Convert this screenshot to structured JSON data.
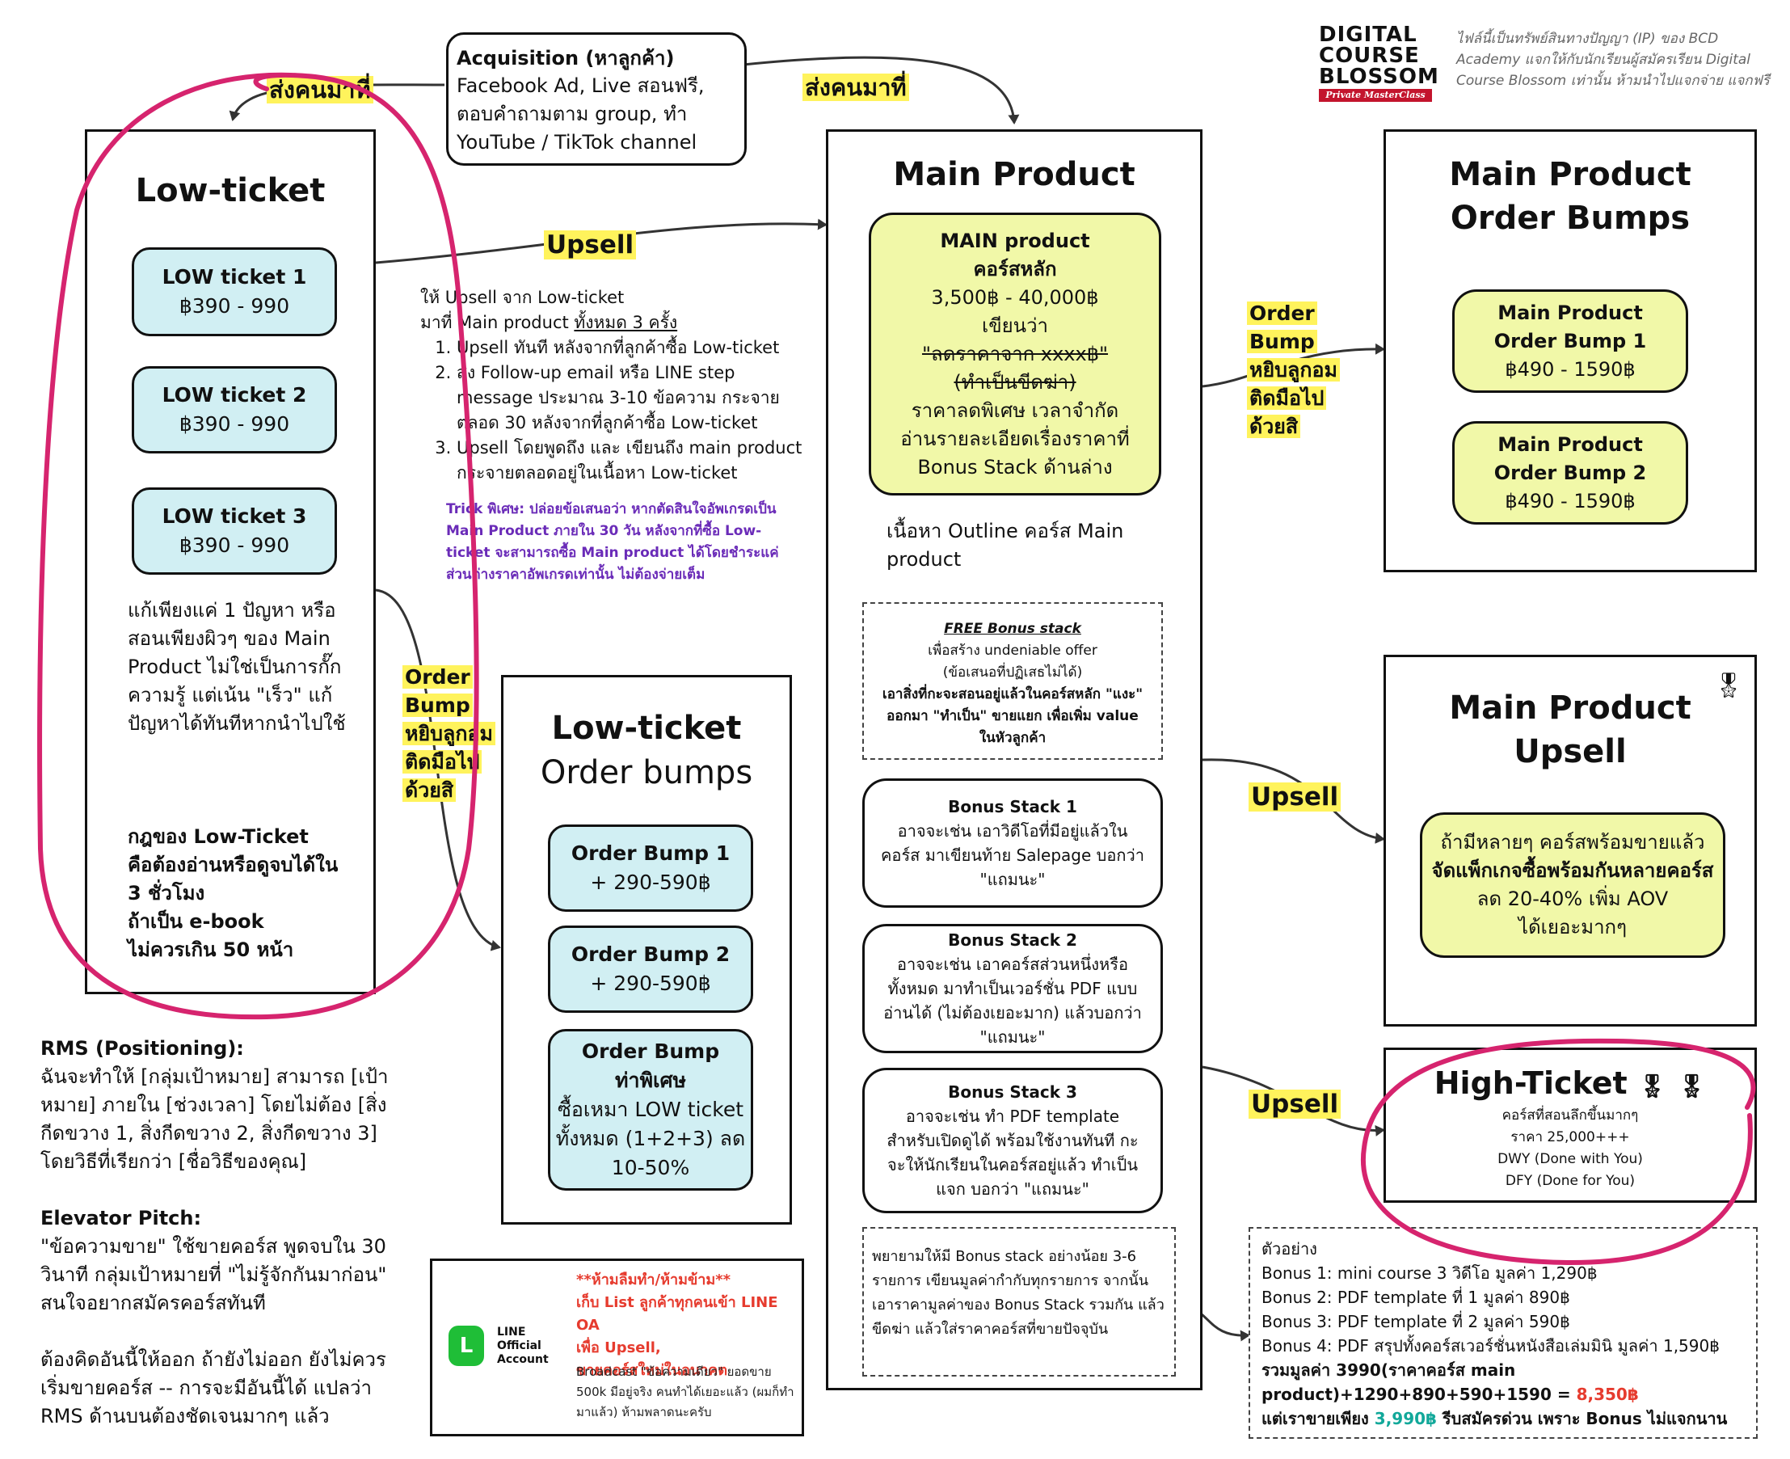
{
  "branding": {
    "logo_line1": "DIGITAL",
    "logo_line2": "COURSE",
    "logo_line3": "BLOSSOM",
    "logo_ribbon": "Private MasterClass",
    "disclaimer": "ไฟล์นี้เป็นทรัพย์สินทางปัญญา (IP) ของ BCD Academy แจกให้กับนักเรียนผู้สมัครเรียน Digital Course Blossom เท่านั้น ห้ามนำไปแจกจ่าย แจกฟรี"
  },
  "acquisition": {
    "title": "Acquisition (หาลูกค้า)",
    "body": "Facebook Ad, Live สอนฟรี, ตอบคำถามตาม group, ทำ YouTube / TikTok channel",
    "send_left": "ส่งคนมาที่",
    "send_right": "ส่งคนมาที่"
  },
  "low_ticket": {
    "title": "Low-ticket",
    "items": [
      {
        "name": "LOW ticket 1",
        "price": "฿390 - 990"
      },
      {
        "name": "LOW ticket 2",
        "price": "฿390 - 990"
      },
      {
        "name": "LOW ticket 3",
        "price": "฿390 - 990"
      }
    ],
    "desc1": "แก้เพียงแค่ 1 ปัญหา หรือสอนเพียงผิวๆ ของ Main Product ไม่ใช่เป็นการกั๊กความรู้ แต่เน้น \"เร็ว\" แก้ปัญหาได้ทันทีหากนำไปใช้",
    "rule_line1": "กฎของ Low-Ticket",
    "rule_line2": "คือต้องอ่านหรือดูจบได้ใน",
    "rule_line3": "3 ชั่วโมง",
    "rule_line4": "ถ้าเป็น e-book",
    "rule_line5": "ไม่ควรเกิน 50 หน้า"
  },
  "upsell_main_label": "Upsell",
  "upsell_note": {
    "intro1": "ให้ Upsell จาก Low-ticket",
    "intro2a": "มาที่ Main product ",
    "intro2b": "ทั้งหมด 3 ครั้ง",
    "steps": [
      "Upsell ทันที หลังจากที่ลูกค้าซื้อ Low-ticket",
      "ส่ง Follow-up email หรือ LINE step message ประมาณ 3-10 ข้อความ กระจายตลอด 30 หลังจากที่ลูกค้าซื้อ Low-ticket",
      "Upsell โดยพูดถึง และ เขียนถึง main product กระจายตลอดอยู่ในเนื้อหา Low-ticket"
    ],
    "trick": "Trick พิเศษ: ปล่อยข้อเสนอว่า หากตัดสินใจอัพเกรดเป็น Main Product ภายใน 30 วัน หลังจากที่ซื้อ Low-ticket จะสามารถซื้อ Main product ได้โดยชำระแค่ส่วนต่างราคาอัพเกรดเท่านั้น ไม่ต้องจ่ายเต็ม"
  },
  "order_bump_label": [
    "Order",
    "Bump",
    "หยิบลูกอม",
    "ติดมือไป",
    "ด้วยสิ"
  ],
  "low_ticket_bumps": {
    "title1": "Low-ticket",
    "title2": "Order bumps",
    "bump1_name": "Order Bump 1",
    "bump1_price": "+ 290-590฿",
    "bump2_name": "Order Bump 2",
    "bump2_price": "+ 290-590฿",
    "special_line1": "Order Bump",
    "special_line2": "ท่าพิเศษ",
    "special_line3": "ซื้อเหมา LOW ticket",
    "special_line4": "ทั้งหมด (1+2+3) ลด",
    "special_line5": "10-50%"
  },
  "main_product": {
    "title": "Main Product",
    "card_line1": "MAIN product",
    "card_line2": "คอร์สหลัก",
    "card_line3": "3,500฿ - 40,000฿",
    "card_line4": "เขียนว่า",
    "card_line5": "\"ลดราคาจาก xxxx฿\"",
    "card_line6": "(ทำเป็นขีดฆ่า)",
    "card_line7": "ราคาลดพิเศษ เวลาจำกัด",
    "card_line8": "อ่านรายละเอียดเรื่องราคาที่",
    "card_line9": "Bonus Stack ด้านล่าง",
    "outline": "เนื้อหา Outline คอร์ส Main product",
    "free_bonus_title": "FREE Bonus stack",
    "free_bonus_line1": "เพื่อสร้าง undeniable offer",
    "free_bonus_line2": "(ข้อเสนอที่ปฏิเสธไม่ได้)",
    "free_bonus_line3": "เอาสิ่งที่กะจะสอนอยู่แล้วในคอร์สหลัก \"แงะ\"",
    "free_bonus_line4": "ออกมา \"ทำเป็น\" ขายแยก เพื่อเพิ่ม value",
    "free_bonus_line5": "ในหัวลูกค้า",
    "bonuses": [
      {
        "title": "Bonus Stack 1",
        "body": "อาจจะเช่น เอาวิดีโอที่มีอยู่แล้วในคอร์ส มาเขียนท้าย Salepage บอกว่า \"แถมนะ\""
      },
      {
        "title": "Bonus Stack 2",
        "body": "อาจจะเช่น เอาคอร์สส่วนหนึ่งหรือทั้งหมด มาทำเป็นเวอร์ชั่น PDF แบบอ่านได้ (ไม่ต้องเยอะมาก) แล้วบอกว่า \"แถมนะ\""
      },
      {
        "title": "Bonus Stack 3",
        "body": "อาจจะเช่น ทำ PDF template สำหรับเปิดดูได้ พร้อมใช้งานทันที กะจะให้นักเรียนในคอร์สอยู่แล้ว ทำเป็นแจก บอกว่า \"แถมนะ\""
      }
    ],
    "bonus_advice": "พยายามให้มี Bonus stack อย่างน้อย 3-6 รายการ เขียนมูลค่ากำกับทุกรายการ จากนั้น เอาราคามูลค่าของ Bonus Stack รวมกัน แล้วขีดฆ่า แล้วใส่ราคาคอร์สที่ขายปัจจุบัน"
  },
  "main_order_bumps": {
    "title1": "Main Product",
    "title2": "Order Bumps",
    "bump1_line1": "Main Product",
    "bump1_line2": "Order Bump 1",
    "bump1_price": "฿490 - 1590฿",
    "bump2_line1": "Main Product",
    "bump2_line2": "Order Bump 2",
    "bump2_price": "฿490 - 1590฿"
  },
  "main_upsell": {
    "title1": "Main Product",
    "title2": "Upsell",
    "line1": "ถ้ามีหลายๆ คอร์สพร้อมขายแล้ว",
    "line2": "จัดแพ็กเกจซื้อพร้อมกันหลายคอร์ส",
    "line3": "ลด 20-40% เพิ่ม AOV",
    "line4": "ได้เยอะมากๆ"
  },
  "upsell_label": "Upsell",
  "high_ticket": {
    "title": "High-Ticket",
    "line1": "คอร์สที่สอนลึกขึ้นมากๆ",
    "line2": "ราคา 25,000+++",
    "line3": "DWY (Done with You)",
    "line4": "DFY (Done for You)"
  },
  "example": {
    "heading": "ตัวอย่าง",
    "lines": [
      "Bonus 1: mini course 3 วิดีโอ มูลค่า 1,290฿",
      "Bonus 2: PDF template ที่ 1 มูลค่า 890฿",
      "Bonus 3: PDF template ที่ 2 มูลค่า 590฿",
      "Bonus 4: PDF สรุปทั้งคอร์สเวอร์ชั่นหนังสือเล่มมินิ มูลค่า 1,590฿"
    ],
    "sum_line1": "รวมมูลค่า 3990(ราคาคอร์ส main",
    "sum_line2a": "product)+1290+890+590+1590 = ",
    "sum_total": "8,350฿",
    "sum_line3a": "แต่เราขายเพียง ",
    "sum_price": "3,990฿",
    "sum_line3b": " รีบสมัครด่วน เพราะ Bonus ไม่แจกนาน"
  },
  "rms": {
    "title": "RMS (Positioning):",
    "body": "ฉันจะทำให้ [กลุ่มเป้าหมาย] สามารถ [เป้าหมาย] ภายใน [ช่วงเวลา] โดยไม่ต้อง [สิ่งกีดขวาง 1, สิ่งกีดขวาง 2, สิ่งกีดขวาง 3] โดยวิธีที่เรียกว่า [ชื่อวิธีของคุณ]",
    "pitch_title": "Elevator Pitch:",
    "pitch_body": "\"ข้อความขาย\" ใช้ขายคอร์ส พูดจบใน 30 วินาที กลุ่มเป้าหมายที่ \"ไม่รู้จักกันมาก่อน\" สนใจอยากสมัครคอร์สทันที",
    "note": "ต้องคิดอันนี้ให้ออก ถ้ายังไม่ออก ยังไม่ควรเริ่มขายคอร์ส -- การจะมีอันนี้ได้ แปลว่า RMS ด้านบนต้องชัดเจนมากๆ แล้ว"
  },
  "line_oa": {
    "logo_letter": "L",
    "logo_text": "LINE Official Account",
    "warn1": "**ห้ามลืมทำ/ห้ามข้าม**",
    "warn2": "เก็บ List ลูกค้าทุกคนเข้า LINE OA",
    "warn3": "เพื่อ Upsell,",
    "warn4": "ขายคอร์สใหม่ในอนาคต",
    "body": "Broadcast \"ข้อความเดียว\" ยอดขาย 500k มีอยู่จริง คนทำได้เยอะแล้ว (ผมก็ทำมาแล้ว) ห้ามพลาดนะครับ"
  },
  "colors": {
    "cyan_box": "#d1eff3",
    "yellow_box": "#f1f8a8",
    "highlight": "#fff35c",
    "annotation_pink": "#d6246e",
    "trick_purple": "#6a2bb8",
    "warn_red": "#e63b2e",
    "price_teal": "#12a89a"
  },
  "icons": {
    "medal": "medal-icon",
    "line_logo": "line-logo-icon"
  }
}
